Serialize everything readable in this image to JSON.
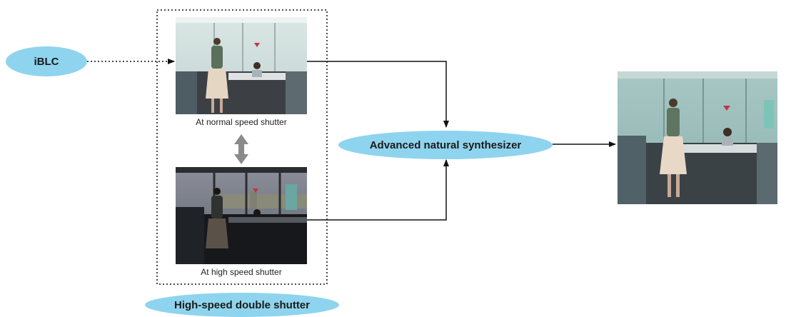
{
  "colors": {
    "pill": "#8fd4ee",
    "line": "#111111",
    "double_arrow": "#8a8a8a",
    "dotted_box": "#111111"
  },
  "nodes": {
    "iblc": "iBLC",
    "synthesizer": "Advanced natural synthesizer",
    "double_shutter": "High-speed double shutter"
  },
  "captions": {
    "normal": "At normal speed shutter",
    "high": "At high speed shutter"
  },
  "images": {
    "normal": "office-photo-normal-shutter",
    "high": "office-photo-high-shutter",
    "result": "office-photo-synthesized"
  }
}
